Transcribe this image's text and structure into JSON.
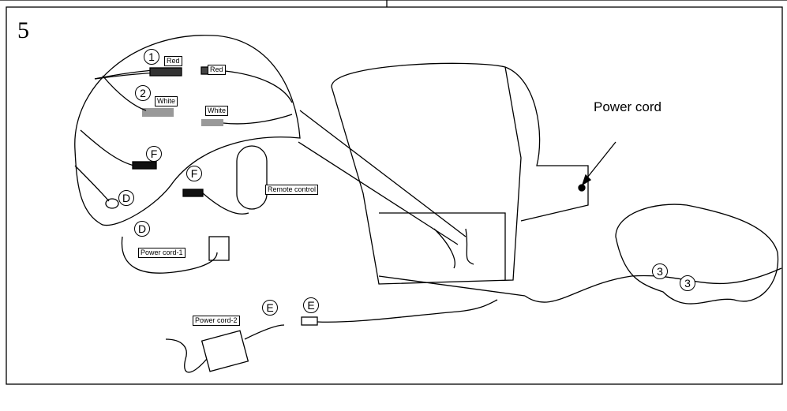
{
  "step_number": "5",
  "labels": {
    "power_cord": "Power cord",
    "red_1": "Red",
    "red_2": "Red",
    "white_1": "White",
    "white_2": "White",
    "remote_control": "Remote control",
    "power_cord_1": "Power cord-1",
    "power_cord_2": "Power cord-2"
  },
  "markers": {
    "one": "1",
    "two": "2",
    "f1": "F",
    "f2": "F",
    "d1": "D",
    "d2": "D",
    "e1": "E",
    "e2": "E",
    "three1": "3",
    "three2": "3"
  }
}
